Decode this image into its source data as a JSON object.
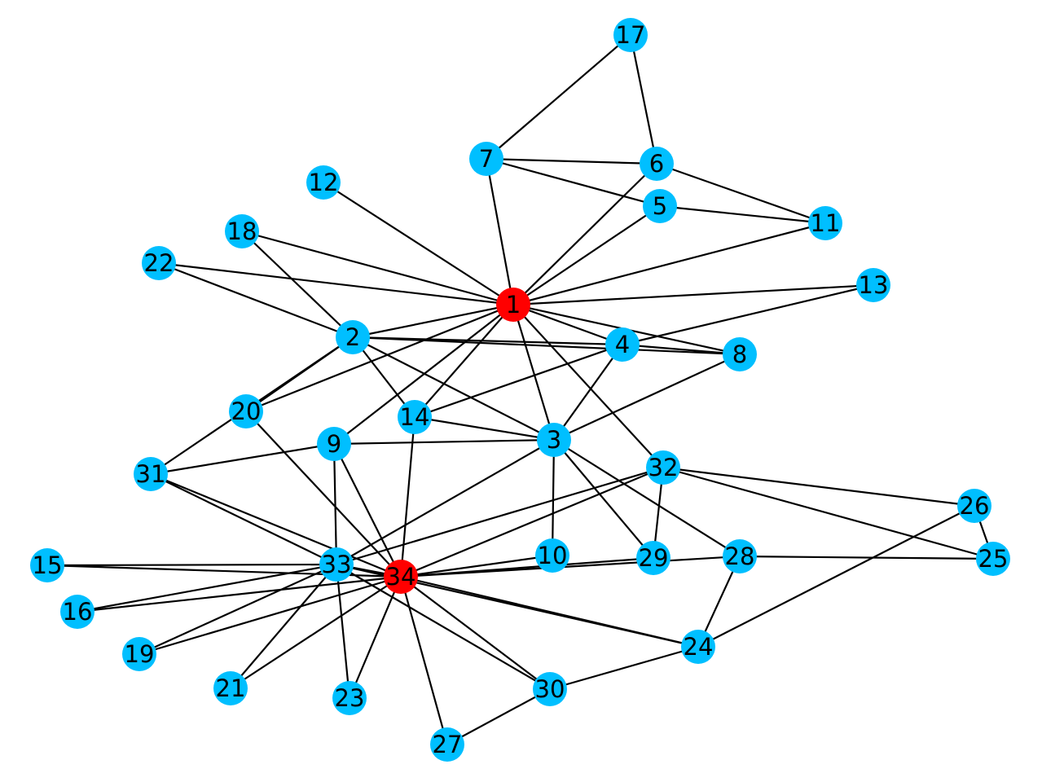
{
  "colors": {
    "node_default": "#00BFFF",
    "node_highlight": "#FF0000",
    "edge": "#000000",
    "background": "#FFFFFF"
  },
  "nodes": [
    {
      "id": "1",
      "highlight": true
    },
    {
      "id": "2"
    },
    {
      "id": "3"
    },
    {
      "id": "4"
    },
    {
      "id": "5"
    },
    {
      "id": "6"
    },
    {
      "id": "7"
    },
    {
      "id": "8"
    },
    {
      "id": "9"
    },
    {
      "id": "10"
    },
    {
      "id": "11"
    },
    {
      "id": "12"
    },
    {
      "id": "13"
    },
    {
      "id": "14"
    },
    {
      "id": "15"
    },
    {
      "id": "16"
    },
    {
      "id": "17"
    },
    {
      "id": "18"
    },
    {
      "id": "19"
    },
    {
      "id": "20"
    },
    {
      "id": "21"
    },
    {
      "id": "22"
    },
    {
      "id": "23"
    },
    {
      "id": "24"
    },
    {
      "id": "25"
    },
    {
      "id": "26"
    },
    {
      "id": "27"
    },
    {
      "id": "28"
    },
    {
      "id": "29"
    },
    {
      "id": "30"
    },
    {
      "id": "31"
    },
    {
      "id": "32"
    },
    {
      "id": "33"
    },
    {
      "id": "34",
      "highlight": true
    }
  ],
  "edges": [
    [
      "1",
      "2"
    ],
    [
      "1",
      "3"
    ],
    [
      "1",
      "4"
    ],
    [
      "1",
      "5"
    ],
    [
      "1",
      "6"
    ],
    [
      "1",
      "7"
    ],
    [
      "1",
      "8"
    ],
    [
      "1",
      "9"
    ],
    [
      "1",
      "11"
    ],
    [
      "1",
      "12"
    ],
    [
      "1",
      "13"
    ],
    [
      "1",
      "14"
    ],
    [
      "1",
      "18"
    ],
    [
      "1",
      "20"
    ],
    [
      "1",
      "22"
    ],
    [
      "1",
      "32"
    ],
    [
      "2",
      "3"
    ],
    [
      "2",
      "4"
    ],
    [
      "2",
      "8"
    ],
    [
      "2",
      "14"
    ],
    [
      "2",
      "18"
    ],
    [
      "2",
      "20"
    ],
    [
      "2",
      "22"
    ],
    [
      "2",
      "31"
    ],
    [
      "3",
      "4"
    ],
    [
      "3",
      "8"
    ],
    [
      "3",
      "9"
    ],
    [
      "3",
      "10"
    ],
    [
      "3",
      "14"
    ],
    [
      "3",
      "28"
    ],
    [
      "3",
      "29"
    ],
    [
      "3",
      "33"
    ],
    [
      "4",
      "8"
    ],
    [
      "4",
      "13"
    ],
    [
      "4",
      "14"
    ],
    [
      "5",
      "7"
    ],
    [
      "5",
      "11"
    ],
    [
      "6",
      "7"
    ],
    [
      "6",
      "11"
    ],
    [
      "6",
      "17"
    ],
    [
      "7",
      "17"
    ],
    [
      "9",
      "31"
    ],
    [
      "9",
      "33"
    ],
    [
      "9",
      "34"
    ],
    [
      "10",
      "34"
    ],
    [
      "14",
      "34"
    ],
    [
      "15",
      "33"
    ],
    [
      "15",
      "34"
    ],
    [
      "16",
      "33"
    ],
    [
      "16",
      "34"
    ],
    [
      "19",
      "33"
    ],
    [
      "19",
      "34"
    ],
    [
      "20",
      "34"
    ],
    [
      "21",
      "33"
    ],
    [
      "21",
      "34"
    ],
    [
      "23",
      "33"
    ],
    [
      "23",
      "34"
    ],
    [
      "24",
      "26"
    ],
    [
      "24",
      "28"
    ],
    [
      "24",
      "30"
    ],
    [
      "24",
      "33"
    ],
    [
      "24",
      "34"
    ],
    [
      "25",
      "26"
    ],
    [
      "25",
      "28"
    ],
    [
      "25",
      "32"
    ],
    [
      "26",
      "32"
    ],
    [
      "27",
      "30"
    ],
    [
      "27",
      "34"
    ],
    [
      "28",
      "34"
    ],
    [
      "29",
      "32"
    ],
    [
      "29",
      "34"
    ],
    [
      "30",
      "33"
    ],
    [
      "30",
      "34"
    ],
    [
      "31",
      "33"
    ],
    [
      "31",
      "34"
    ],
    [
      "32",
      "33"
    ],
    [
      "32",
      "34"
    ],
    [
      "33",
      "34"
    ]
  ]
}
